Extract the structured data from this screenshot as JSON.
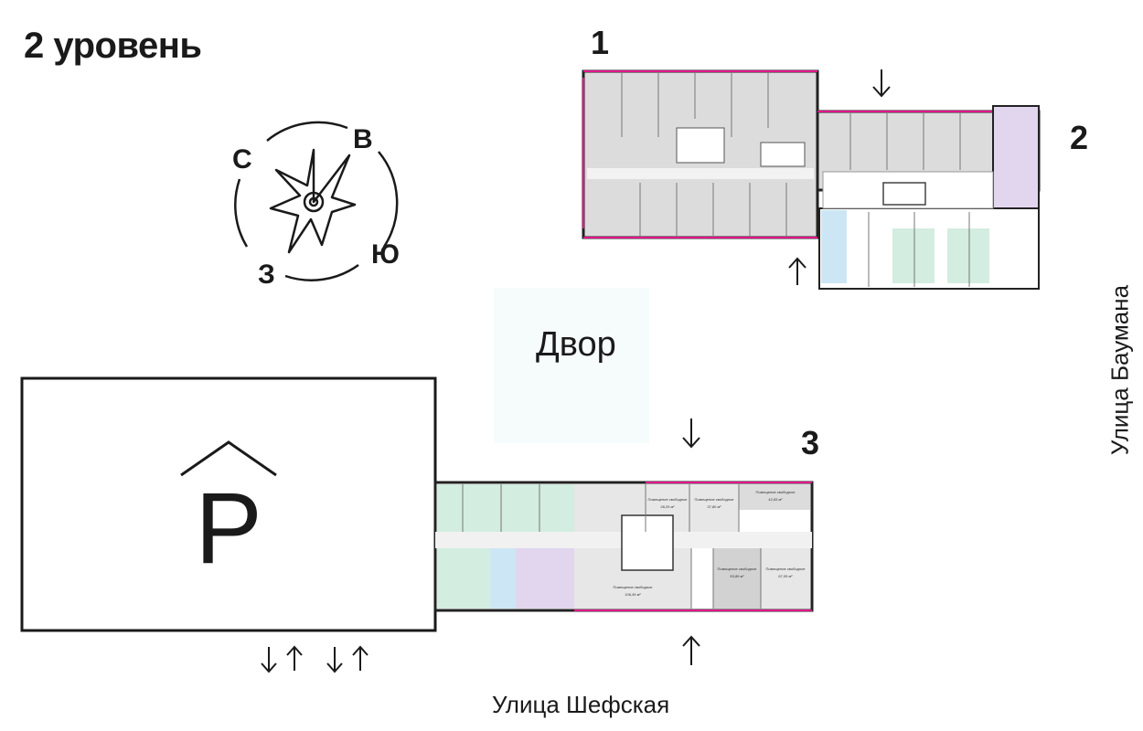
{
  "map": {
    "title": "2 уровень",
    "yard_label": "Двор",
    "parking_label": "P",
    "streets": {
      "bottom": "Улица Шефская",
      "right": "Улица Баумана"
    },
    "buildings": [
      {
        "number": "1"
      },
      {
        "number": "2"
      },
      {
        "number": "3"
      }
    ],
    "compass": {
      "north": "С",
      "east": "В",
      "south": "Ю",
      "west": "З"
    },
    "colors": {
      "commercial_fill": "#dcdcdc",
      "window_accent": "#e0178a",
      "studio_green": "#d3ede0",
      "one_room_blue": "#cde6f5",
      "two_room_purple": "#e1d6ee",
      "yard_fill": "#f6fbfb"
    },
    "block3_units": [
      {
        "name": "Помещение свободное",
        "area": "28,29 м²"
      },
      {
        "name": "Помещение свободное",
        "area": "37,80 м²"
      },
      {
        "name": "Помещение свободное",
        "area": "42,83 м²"
      },
      {
        "name": "Помещение свободное",
        "area": "106,49 м²"
      },
      {
        "name": "Помещение свободное",
        "area": "53,89 м²"
      },
      {
        "name": "Помещение свободное",
        "area": "67,09 м²"
      }
    ]
  }
}
